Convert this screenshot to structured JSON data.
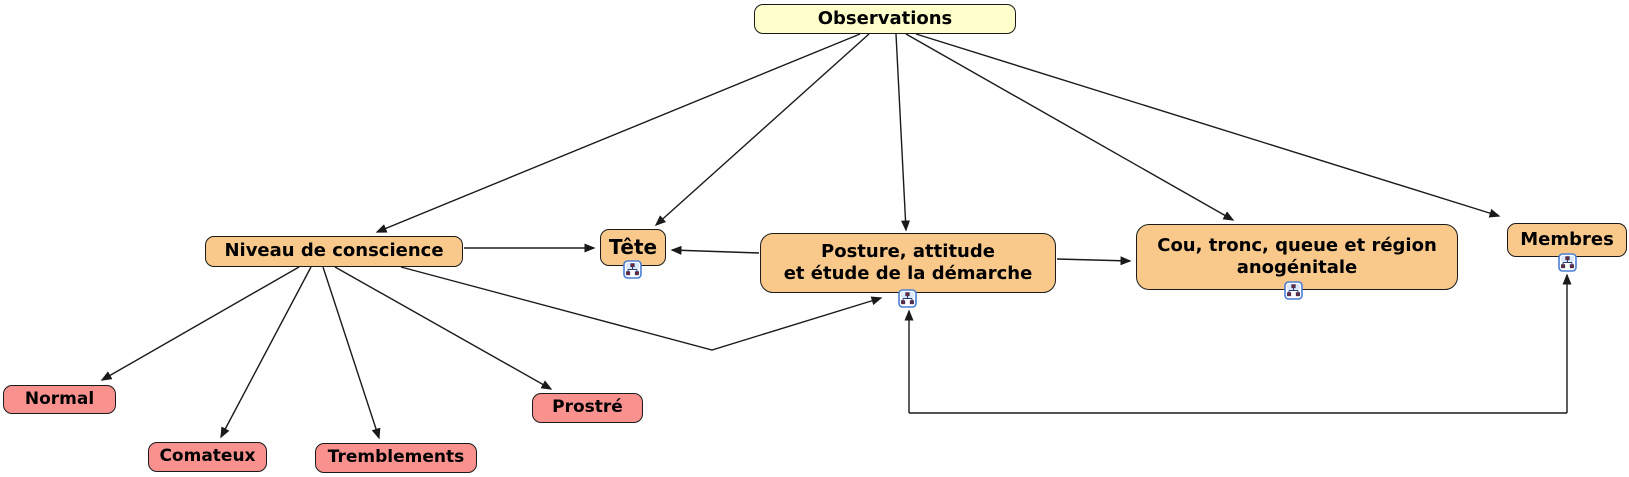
{
  "diagram": {
    "type": "concept-map",
    "nodes": {
      "observations": {
        "label": "Observations"
      },
      "niveau": {
        "label": "Niveau de conscience"
      },
      "tete": {
        "label": "Tête"
      },
      "posture": {
        "label": "Posture, attitude\net étude de la démarche"
      },
      "cou": {
        "label": "Cou, tronc, queue et région\nanogénitale"
      },
      "membres": {
        "label": "Membres"
      },
      "normal": {
        "label": "Normal"
      },
      "comateux": {
        "label": "Comateux"
      },
      "tremblements": {
        "label": "Tremblements"
      },
      "prostre": {
        "label": "Prostré"
      }
    },
    "edges": [
      {
        "from": "observations",
        "to": "niveau"
      },
      {
        "from": "observations",
        "to": "tete"
      },
      {
        "from": "observations",
        "to": "posture"
      },
      {
        "from": "observations",
        "to": "cou"
      },
      {
        "from": "observations",
        "to": "membres"
      },
      {
        "from": "niveau",
        "to": "tete"
      },
      {
        "from": "posture",
        "to": "tete"
      },
      {
        "from": "posture",
        "to": "cou"
      },
      {
        "from": "niveau",
        "to": "normal"
      },
      {
        "from": "niveau",
        "to": "comateux"
      },
      {
        "from": "niveau",
        "to": "tremblements"
      },
      {
        "from": "niveau",
        "to": "prostre"
      },
      {
        "from": "niveau",
        "to": "posture"
      },
      {
        "from": "membres",
        "to": "posture",
        "style": "bottom-loop-double-arrow"
      }
    ],
    "icons": {
      "linked_cmap_icon": "linked-cmap-icon",
      "attached_to": [
        "tete",
        "posture",
        "cou",
        "membres"
      ]
    },
    "colors": {
      "root_fill": "#FFFFCC",
      "category_fill": "#F9C98C",
      "leaf_fill": "#F9918F",
      "border": "#1A1A1A",
      "line": "#1A1A1A",
      "icon_border": "#4A7FD4",
      "icon_fill": "#FFFFFF"
    }
  }
}
